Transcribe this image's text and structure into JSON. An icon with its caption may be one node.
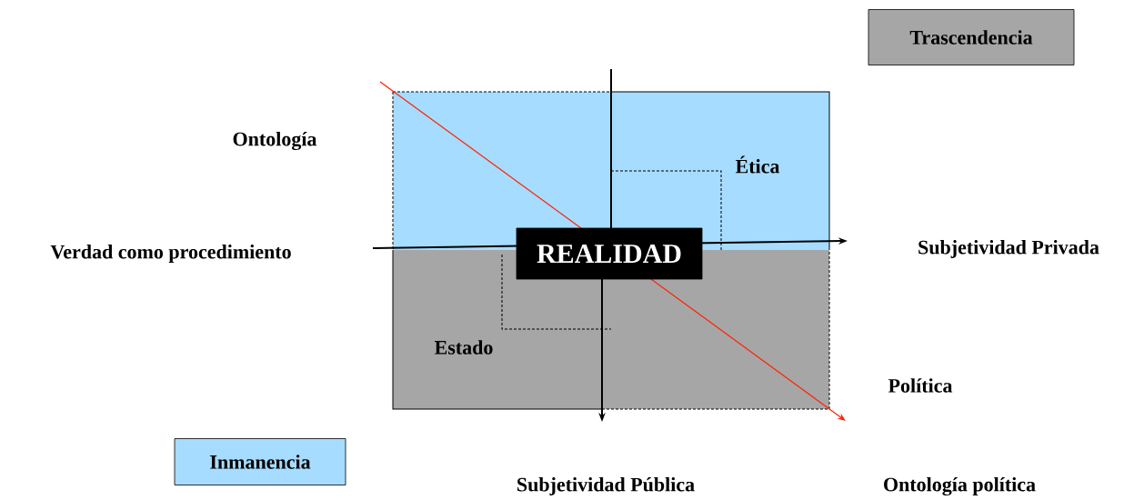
{
  "diagram": {
    "nodes": [
      {
        "text": [
          "Trascendencia"
        ]
      },
      {
        "text": [
          "REALIDAD"
        ]
      },
      {
        "text": [
          "Inmanencia"
        ]
      }
    ],
    "labels": [
      "Ontología",
      "Ética",
      "Verdad como procedimiento",
      "Subjetividad Privada",
      "Estado",
      "Política",
      "Subjetividad Pública",
      "Ontología política"
    ]
  }
}
